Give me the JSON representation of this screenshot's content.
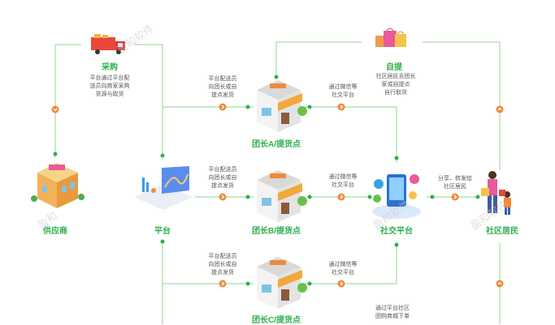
{
  "nodes": {
    "purchase": {
      "label": "采购",
      "desc": "平台通过平台配\n送员向商家采购\n货源与取货"
    },
    "pickup": {
      "label": "自提",
      "desc": "社区居民去团长\n家或自提点\n自行取货"
    },
    "supplier": {
      "label": "供应商"
    },
    "platform": {
      "label": "平台"
    },
    "social": {
      "label": "社交平台"
    },
    "residents": {
      "label": "社区居民"
    },
    "leader_a": {
      "label": "团长A/提货点"
    },
    "leader_b": {
      "label": "团长B/提货点"
    },
    "leader_c": {
      "label": "团长C/提货点"
    }
  },
  "edge_notes": {
    "platform_to_a": "平台配送员\n向团长或自\n提点发货",
    "platform_to_b": "平台配送员\n向团长或自\n提点发货",
    "platform_to_c": "平台配送员\n向团长或自\n提点发货",
    "a_to_social": "通过微信等\n社交平台",
    "b_to_social": "通过微信等\n社交平台",
    "c_to_social": "通过微信等\n社交平台",
    "social_to_residents": "分享、转发给\n社区居民",
    "bottom_note": "通过平台社区\n团购商城下单"
  },
  "watermarks": [
    "盈和软件",
    "盈和软件",
    "盈和软件",
    "盈和"
  ],
  "colors": {
    "line": "#8fd48f",
    "dot": "#2fb14c",
    "arrow": "#f08a3c",
    "label": "#2fb14c"
  }
}
